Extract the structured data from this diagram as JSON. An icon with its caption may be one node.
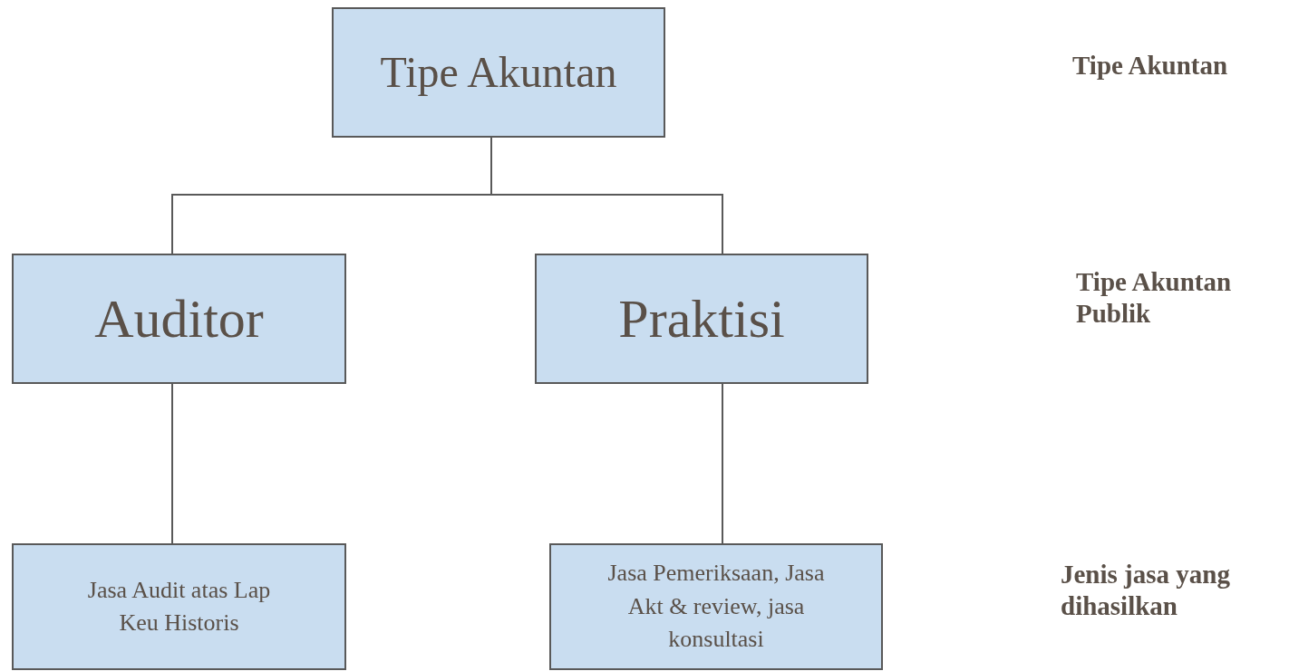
{
  "diagram": {
    "nodes": [
      {
        "text": [
          "Tipe Akuntan"
        ]
      },
      {
        "text": [
          "Auditor"
        ]
      },
      {
        "text": [
          "Praktisi"
        ]
      },
      {
        "text": [
          "Jasa Audit atas Lap Keu Historis"
        ]
      },
      {
        "text": [
          "Jasa Pemeriksaan, Jasa Akt & review, jasa konsultasi"
        ]
      }
    ],
    "edges": [
      {
        "from": 0,
        "to": 1,
        "arrow": "none"
      },
      {
        "from": 0,
        "to": 2,
        "arrow": "none"
      },
      {
        "from": 1,
        "to": 3,
        "arrow": "none"
      },
      {
        "from": 2,
        "to": 4,
        "arrow": "none"
      }
    ],
    "labels": [
      "Tipe Akuntan",
      "Tipe Akuntan Publik",
      "Jenis jasa yang dihasilkan"
    ]
  }
}
